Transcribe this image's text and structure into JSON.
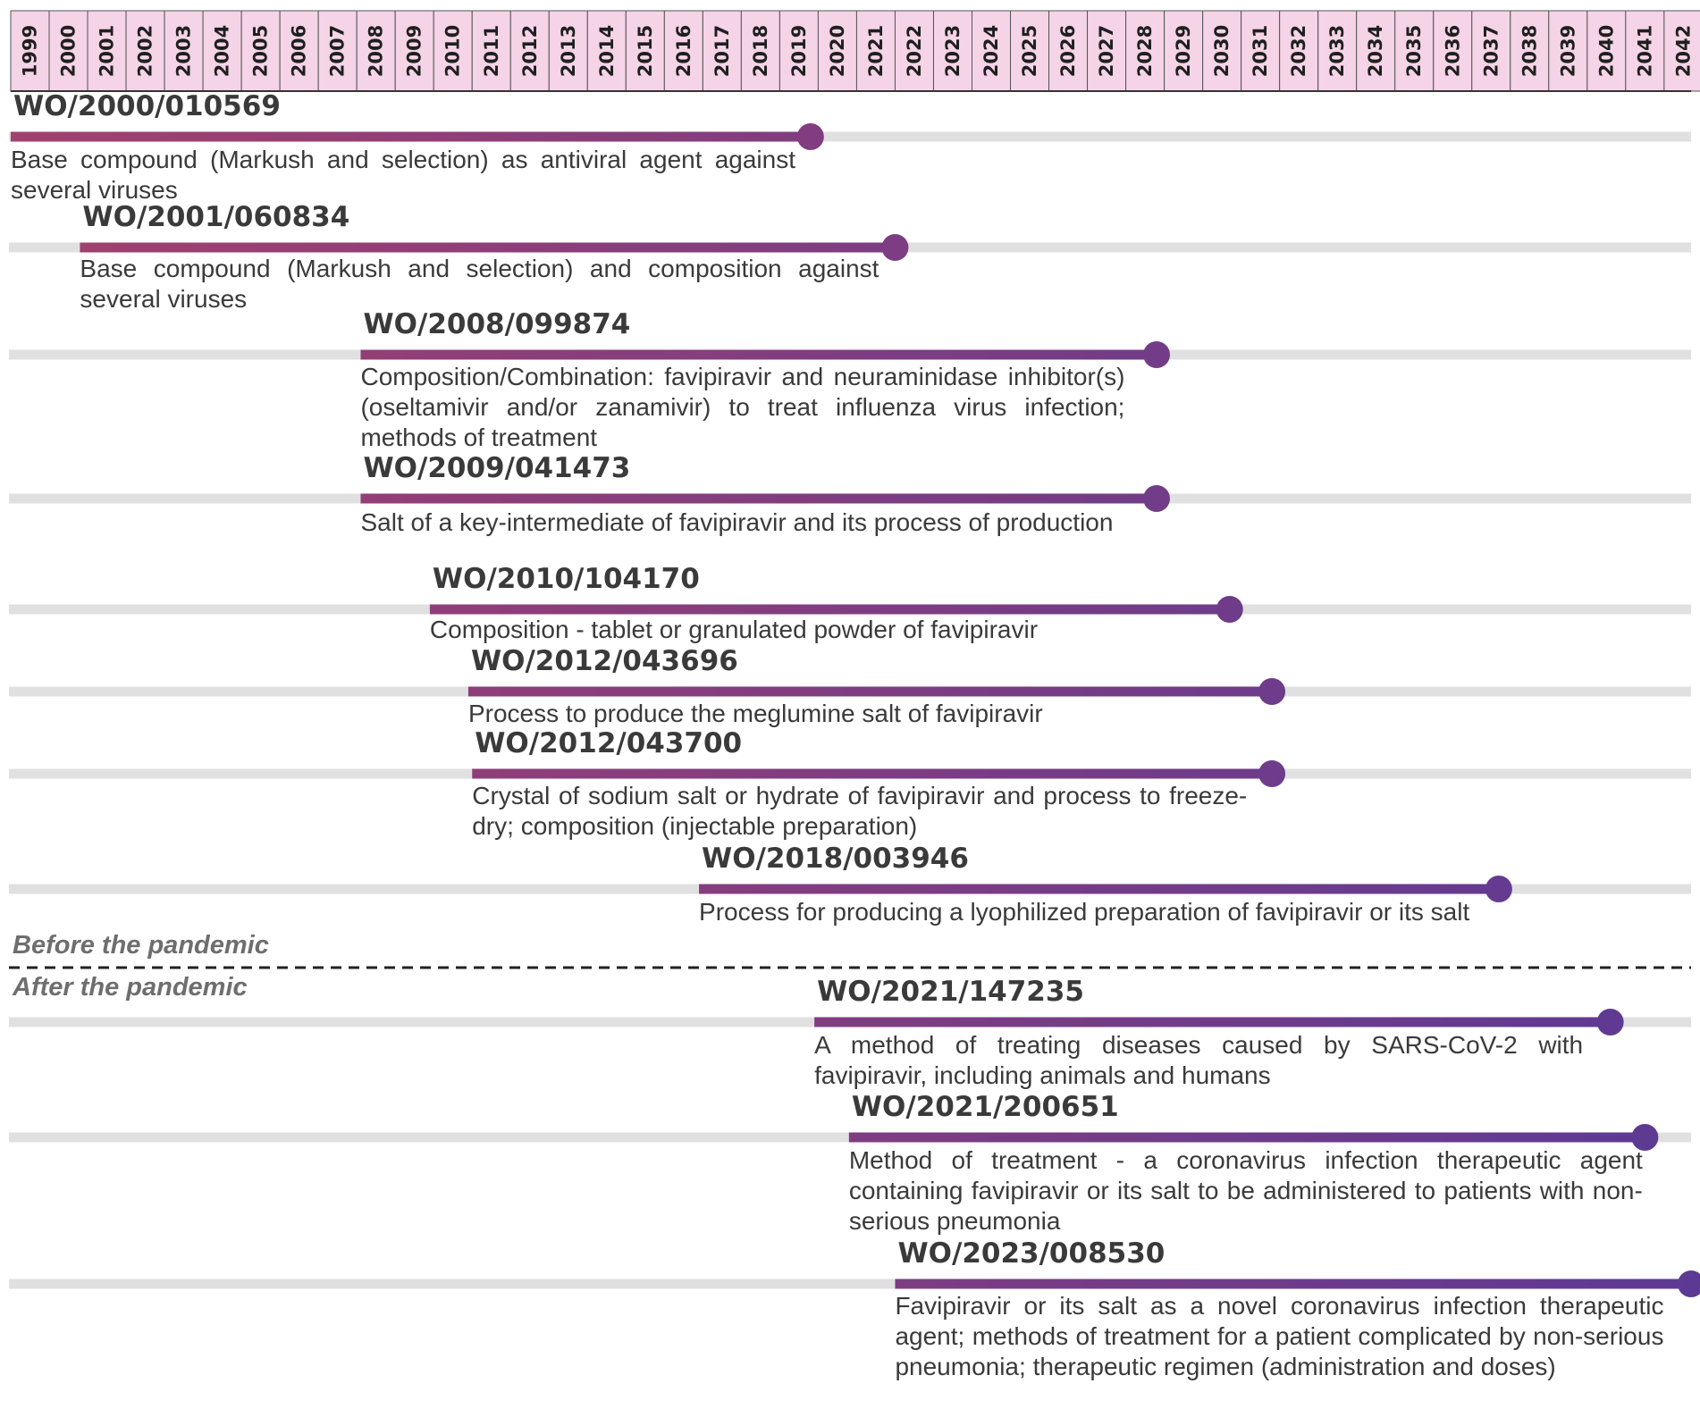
{
  "timeline": {
    "years": [
      1999,
      2000,
      2001,
      2002,
      2003,
      2004,
      2005,
      2006,
      2007,
      2008,
      2009,
      2010,
      2011,
      2012,
      2013,
      2014,
      2015,
      2016,
      2017,
      2018,
      2019,
      2020,
      2021,
      2022,
      2023,
      2024,
      2025,
      2026,
      2027,
      2028,
      2029,
      2030,
      2031,
      2032,
      2033,
      2034,
      2035,
      2036,
      2037,
      2038,
      2039,
      2040,
      2041,
      2042
    ],
    "header_fill": "#f4d4e6",
    "header_border": "#555555",
    "track_color": "#e0e0e0",
    "color_start": "#a2406e",
    "color_end": "#5c3a94"
  },
  "sections": {
    "before": "Before the pandemic",
    "after": "After the pandemic"
  },
  "patents": [
    {
      "id": "WO/2000/010569",
      "start": 1999.0,
      "end": 2019.8,
      "description": "Base compound (Markush and selection) as antiviral agent against several viruses"
    },
    {
      "id": "WO/2001/060834",
      "start": 2000.8,
      "end": 2022.0,
      "description": "Base compound (Markush and selection) and composition against several viruses"
    },
    {
      "id": "WO/2008/099874",
      "start": 2008.1,
      "end": 2028.8,
      "description": "Composition/Combination: favipiravir and neuraminidase inhibitor(s) (oseltamivir and/or zanamivir) to treat influenza virus infection; methods of treatment"
    },
    {
      "id": "WO/2009/041473",
      "start": 2008.1,
      "end": 2028.8,
      "description": "Salt of a key-intermediate of favipiravir and its process of production"
    },
    {
      "id": "WO/2010/104170",
      "start": 2009.9,
      "end": 2030.7,
      "description": "Composition - tablet or granulated powder of favipiravir"
    },
    {
      "id": "WO/2012/043696",
      "start": 2010.9,
      "end": 2031.8,
      "description": "Process to produce the meglumine salt of favipiravir"
    },
    {
      "id": "WO/2012/043700",
      "start": 2011.0,
      "end": 2031.8,
      "description": "Crystal of sodium salt or hydrate of favipiravir and process to freeze-dry; composition (injectable preparation)"
    },
    {
      "id": "WO/2018/003946",
      "start": 2016.9,
      "end": 2037.7,
      "description": "Process for producing a lyophilized preparation of favipiravir or its salt"
    },
    {
      "id": "WO/2021/147235",
      "start": 2019.9,
      "end": 2040.6,
      "description": "A method of treating diseases caused by SARS-CoV-2 with favipiravir, including animals and humans"
    },
    {
      "id": "WO/2021/200651",
      "start": 2020.8,
      "end": 2041.5,
      "description": "Method of treatment - a coronavirus infection therapeutic agent containing favipiravir or its salt to be administered to patients with non-serious pneumonia"
    },
    {
      "id": "WO/2023/008530",
      "start": 2022.0,
      "end": 2042.7,
      "description": "Favipiravir or its salt as a novel coronavirus infection therapeutic agent; methods of treatment for a patient complicated by non-serious pneumonia; therapeutic regimen (administration and doses)"
    }
  ]
}
